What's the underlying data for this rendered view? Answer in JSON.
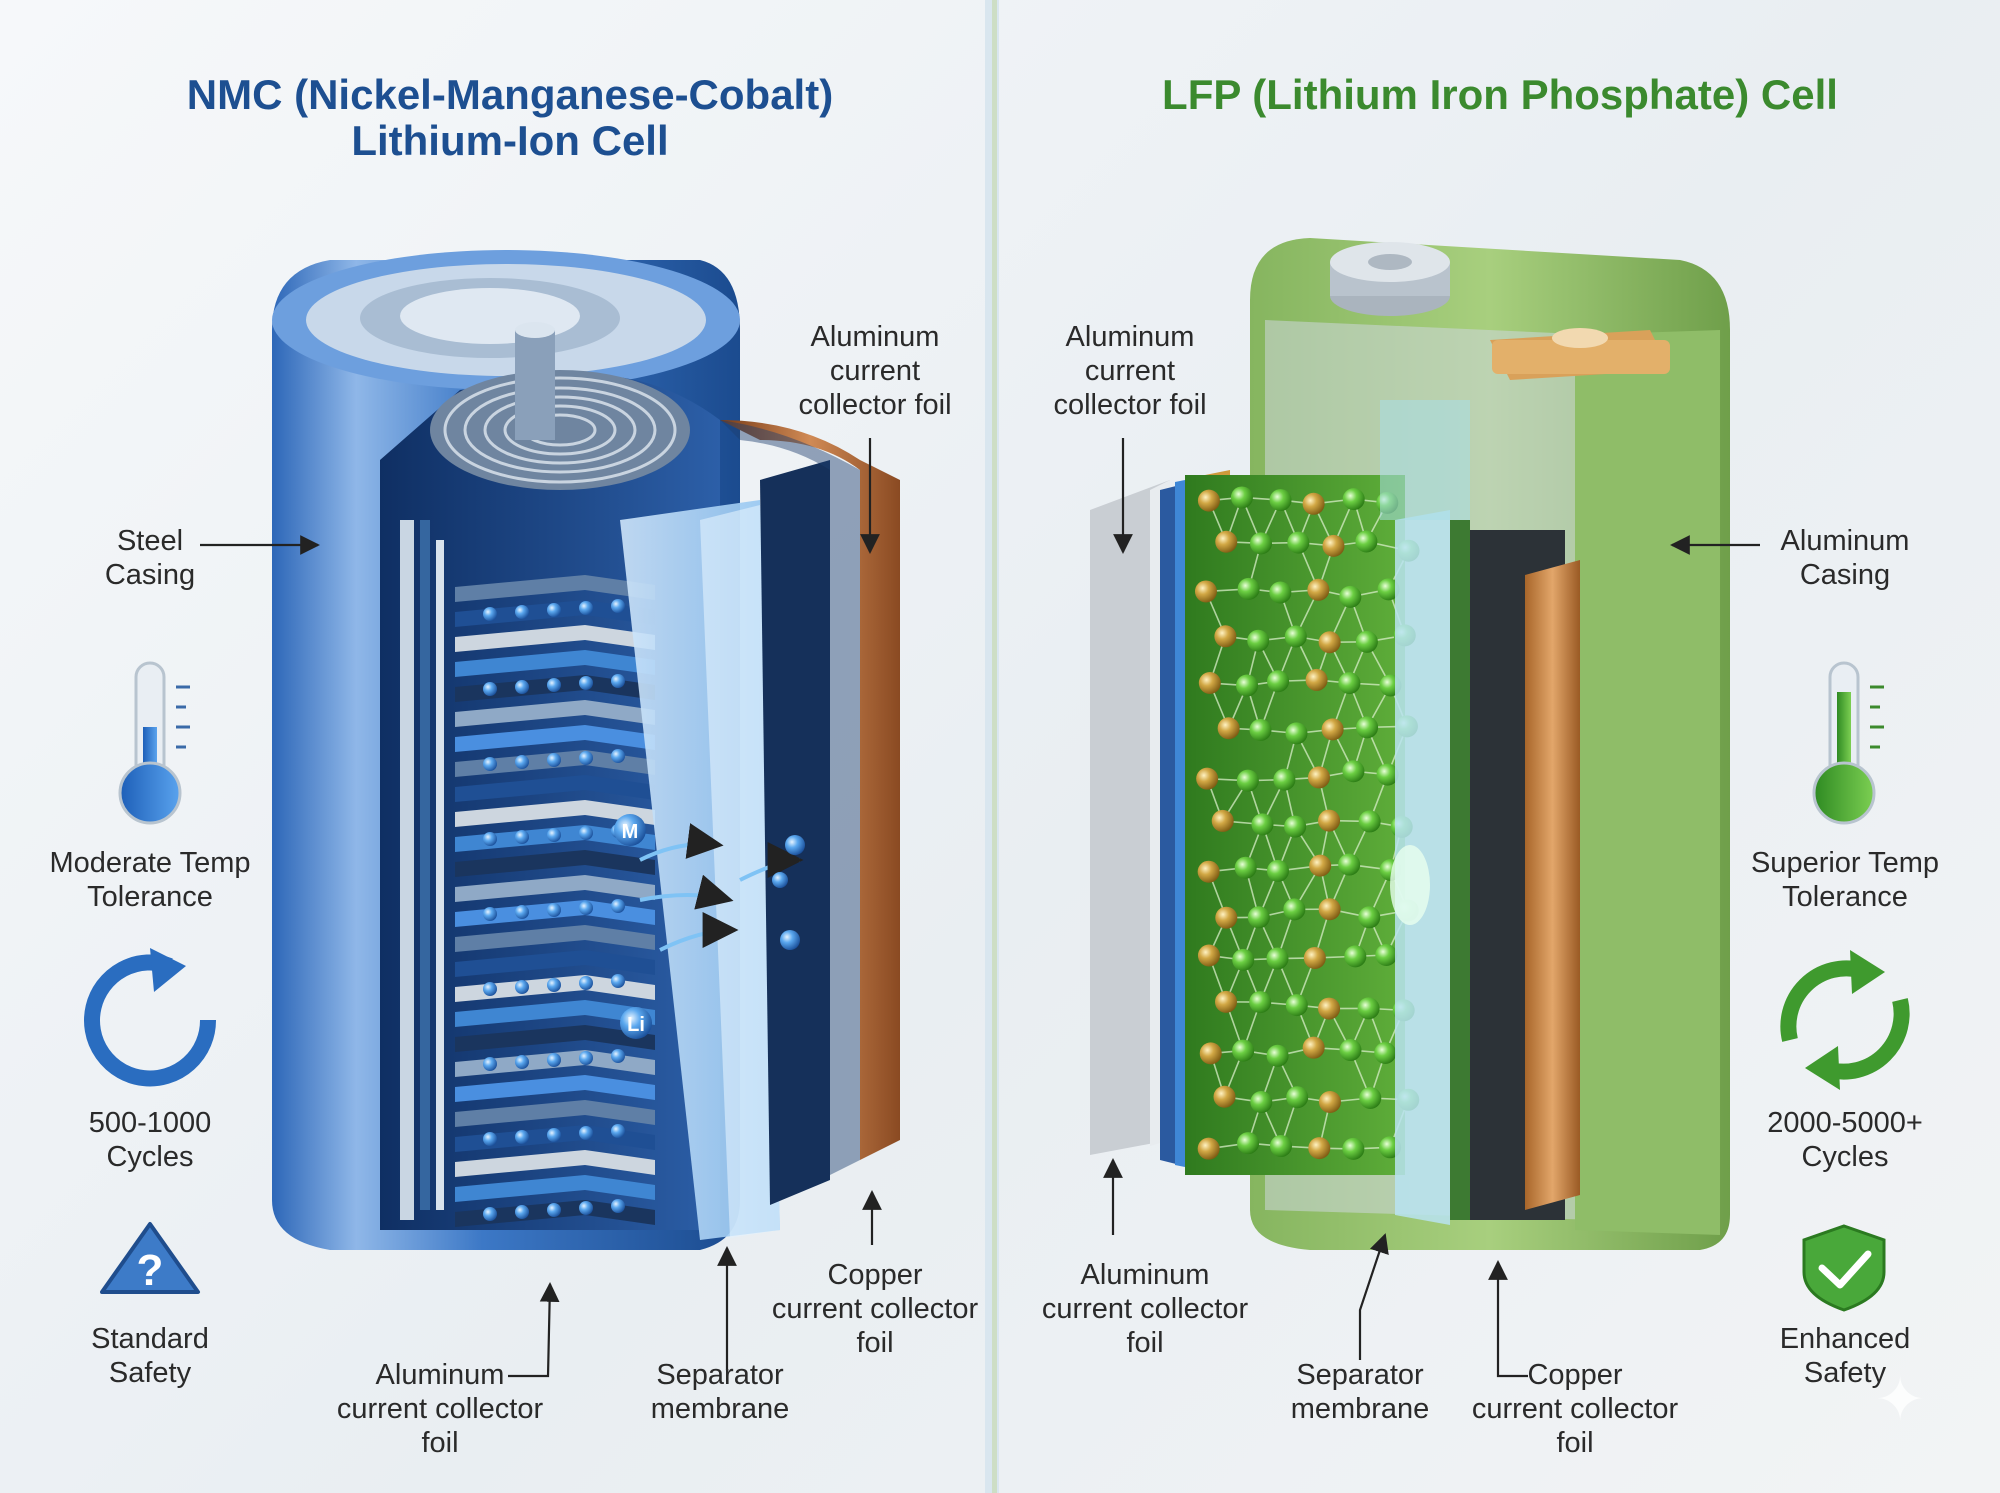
{
  "nmc": {
    "title_line1": "NMC (Nickel-Manganese-Cobalt)",
    "title_line2": "Lithium-Ion Cell",
    "label_aluminum_top": [
      "Aluminum",
      "current",
      "collector foil"
    ],
    "label_casing": [
      "Steel",
      "Casing"
    ],
    "label_copper": [
      "Copper",
      "current collector",
      "foil"
    ],
    "label_aluminum_bottom": [
      "Aluminum",
      "current collector",
      "foil"
    ],
    "label_separator": [
      "Separator",
      "membrane"
    ],
    "temp": [
      "Moderate Temp",
      "Tolerance"
    ],
    "cycles": [
      "500-1000",
      "Cycles"
    ],
    "safety": [
      "Standard",
      "Safety"
    ],
    "ion_m": "M",
    "ion_li": "Li",
    "safety_icon_glyph": "?",
    "color": "#1d4f91"
  },
  "lfp": {
    "title": "LFP (Lithium Iron Phosphate) Cell",
    "label_aluminum_top": [
      "Aluminum",
      "current",
      "collector foil"
    ],
    "label_casing": [
      "Aluminum",
      "Casing"
    ],
    "label_aluminum_bottom": [
      "Aluminum",
      "current collector",
      "foil"
    ],
    "label_separator": [
      "Separator",
      "membrane"
    ],
    "label_copper": [
      "Copper",
      "current collector",
      "foil"
    ],
    "temp": [
      "Superior Temp",
      "Tolerance"
    ],
    "cycles": [
      "2000-5000+",
      "Cycles"
    ],
    "safety": [
      "Enhanced",
      "Safety"
    ],
    "color": "#3b8a2e"
  },
  "icons": [
    "thermometer-icon",
    "cycle-arrow-icon",
    "warning-triangle-icon",
    "shield-check-icon",
    "sparkle-icon"
  ]
}
